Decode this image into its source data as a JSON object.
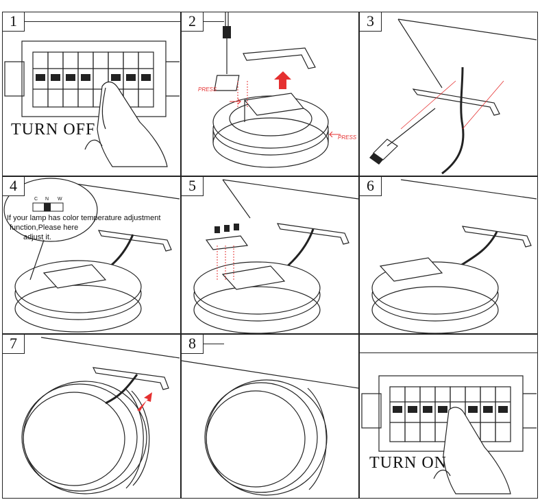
{
  "panels": [
    {
      "number": "1",
      "text": "TURN  OFF"
    },
    {
      "number": "2",
      "press_left": "PRESS",
      "press_right": "PRESS"
    },
    {
      "number": "3"
    },
    {
      "number": "4",
      "switch_labels": {
        "c": "C",
        "n": "N",
        "w": "W"
      },
      "note_line1": "If your lamp has color temperature adjustment",
      "note_line2": "function,Please here",
      "note_line3": "adjust it."
    },
    {
      "number": "5"
    },
    {
      "number": "6"
    },
    {
      "number": "7"
    },
    {
      "number": "8"
    },
    {
      "number": "",
      "text": "TURN  ON"
    }
  ],
  "colors": {
    "line": "#222222",
    "accent": "#e53030"
  }
}
